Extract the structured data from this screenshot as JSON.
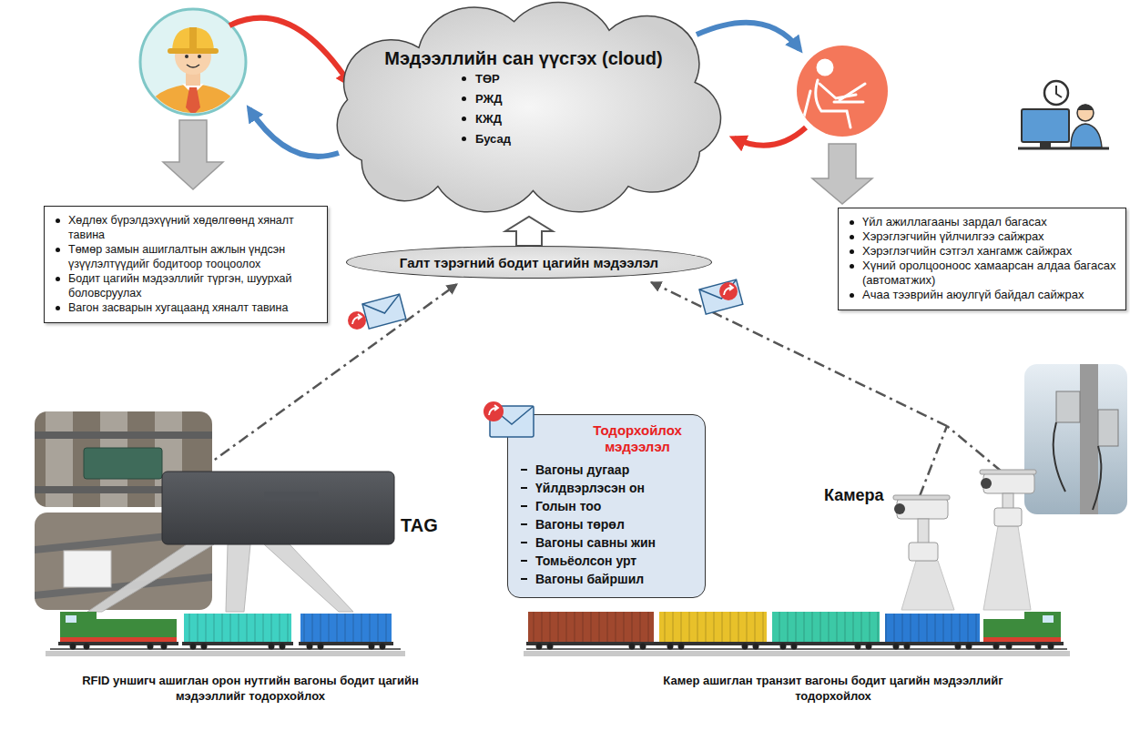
{
  "diagram": {
    "nodes": [
      {
        "text": [
          "Мэдээллийн сан үүсгэх (cloud)",
          "ТӨР",
          "РЖД",
          "КЖД",
          "Бусад"
        ]
      },
      {
        "text": [
          "Хөдлөх бүрэлдэхүүний хөдөлгөөнд хяналт тавина",
          "Төмөр замын ашиглалтын ажлын үндсэн үзүүлэлтүүдийг бодитоор тооцоолох",
          "Бодит цагийн мэдээллийг түргэн, шуурхай боловсруулах",
          "Вагон засварын хугацаанд хяналт тавина"
        ]
      },
      {
        "text": [
          "Үйл ажиллагааны зардал багасах",
          "Хэрэглэгчийн үйлчилгээ сайжрах",
          "Хэрэглэгчийн сэтгэл хангамж сайжрах",
          "Хүний оролцооноос хамаарсан алдаа багасах (автоматжих)",
          "Ачаа тээврийн аюулгүй байдал сайжрах"
        ]
      },
      {
        "text": [
          "Галт тэрэгний бодит цагийн мэдээлэл"
        ]
      },
      {
        "text": [
          "Тодорхойлох мэдээлэл",
          "Вагоны дугаар",
          "Үйлдвэрлэсэн он",
          "Голын тоо",
          "Вагоны төрөл",
          "Вагоны савны жин",
          "Томьёолсон урт",
          "Вагоны байршил"
        ]
      }
    ],
    "edges": [
      {
        "from": 3,
        "to": 0,
        "arrow": "to"
      }
    ],
    "labels": [
      "TAG",
      "Камера",
      "RFID уншигч ашиглан орон нутгийн вагоны бодит цагийн мэдээллийг тодорхойлох",
      "Камер ашиглан транзит вагоны бодит цагийн мэдээллийг тодорхойлох"
    ]
  }
}
